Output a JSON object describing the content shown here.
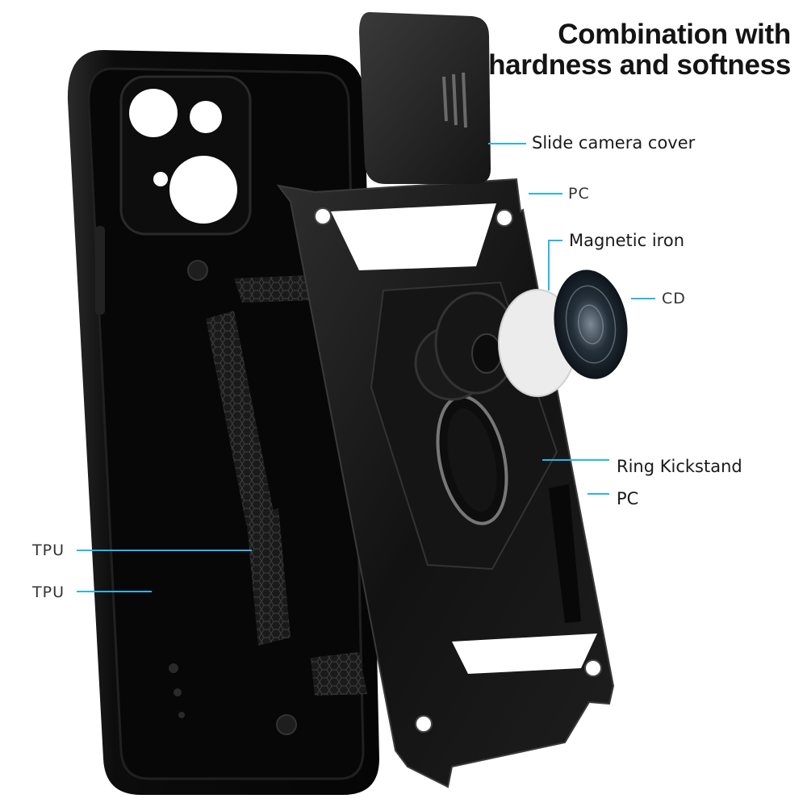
{
  "headline": {
    "line1": "Combination with",
    "line2": "hardness and softness"
  },
  "callouts": {
    "slide_camera_cover": "Slide camera cover",
    "pc_top": "PC",
    "magnetic_iron": "Magnetic iron",
    "cd": "CD",
    "ring_kickstand": "Ring Kickstand",
    "pc_bottom": "PC",
    "tpu_upper": "TPU",
    "tpu_lower": "TPU"
  },
  "colors": {
    "leader_line": "#29b6e8",
    "case_black": "#111111",
    "text": "#1a1a1a"
  }
}
